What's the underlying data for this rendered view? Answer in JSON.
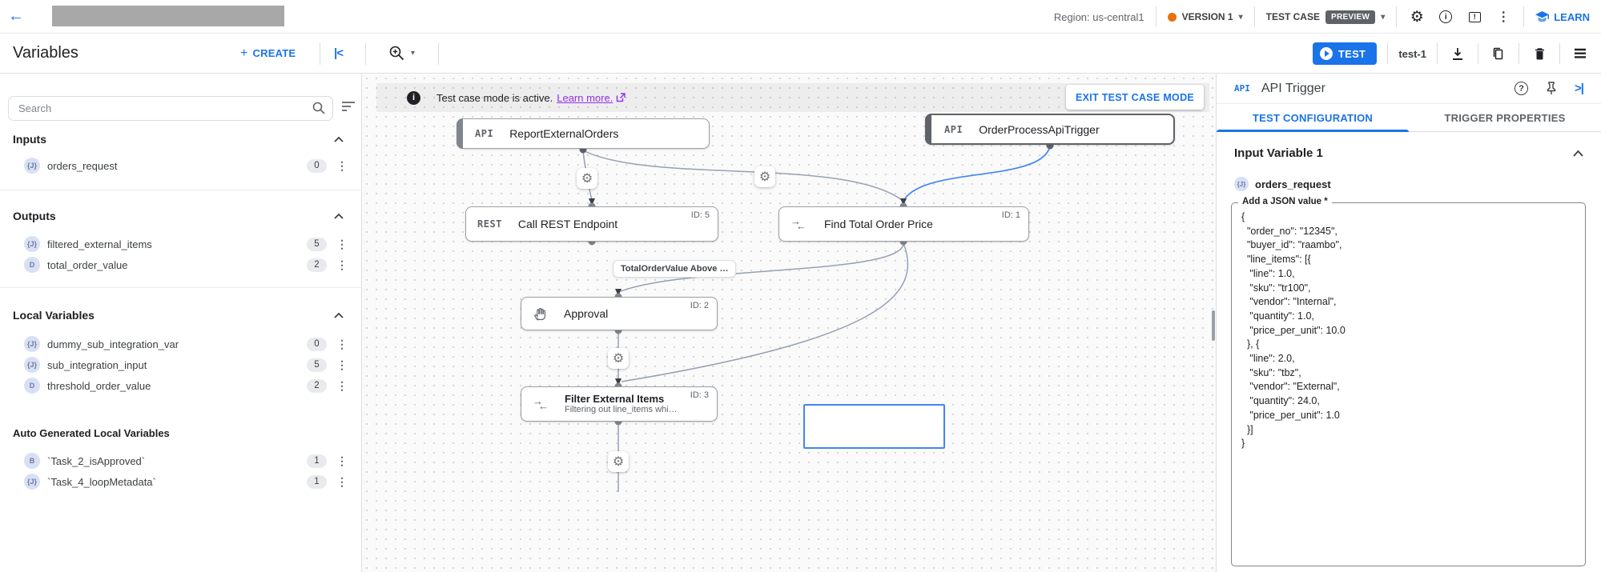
{
  "topbar": {
    "region": "Region: us-central1",
    "version_label": "VERSION 1",
    "test_case_label": "TEST CASE",
    "preview_badge": "PREVIEW",
    "learn_label": "LEARN"
  },
  "toolbar": {
    "page_title": "Variables",
    "create_label": "CREATE",
    "test_label": "TEST",
    "test_case_name": "test-1"
  },
  "sidebar": {
    "search_placeholder": "Search",
    "sections": [
      {
        "title": "Inputs",
        "items": [
          {
            "type": "{J}",
            "name": "orders_request",
            "count": "0"
          }
        ]
      },
      {
        "title": "Outputs",
        "items": [
          {
            "type": "{J}",
            "name": "filtered_external_items",
            "count": "5"
          },
          {
            "type": "D",
            "name": "total_order_value",
            "count": "2"
          }
        ]
      },
      {
        "title": "Local Variables",
        "items": [
          {
            "type": "{J}",
            "name": "dummy_sub_integration_var",
            "count": "0"
          },
          {
            "type": "{J}",
            "name": "sub_integration_input",
            "count": "5"
          },
          {
            "type": "D",
            "name": "threshold_order_value",
            "count": "2"
          }
        ]
      },
      {
        "title": "Auto Generated Local Variables",
        "items": [
          {
            "type": "B",
            "name": "`Task_2_isApproved`",
            "count": "1"
          },
          {
            "type": "{J}",
            "name": "`Task_4_loopMetadata`",
            "count": "1"
          }
        ]
      }
    ]
  },
  "canvas": {
    "banner": {
      "text": "Test case mode is active.",
      "link": "Learn more.",
      "exit_button": "EXIT TEST CASE MODE"
    },
    "edge_label": "TotalOrderValue Above …",
    "nodes": [
      {
        "glyph": "API",
        "title": "ReportExternalOrders"
      },
      {
        "glyph": "API",
        "title": "OrderProcessApiTrigger"
      },
      {
        "glyph": "REST",
        "title": "Call REST Endpoint",
        "id": "ID: 5"
      },
      {
        "title": "Find Total Order Price",
        "id": "ID: 1"
      },
      {
        "title": "Approval",
        "id": "ID: 2"
      },
      {
        "title": "Filter External Items",
        "subtitle": "Filtering out line_items whi…",
        "id": "ID: 3"
      }
    ]
  },
  "panel": {
    "glyph": "API",
    "title": "API Trigger",
    "tabs": [
      "TEST CONFIGURATION",
      "TRIGGER PROPERTIES"
    ],
    "section_title": "Input Variable 1",
    "variable_type": "{J}",
    "variable_name": "orders_request",
    "field_label": "Add a JSON value *",
    "json_lines": [
      "{",
      "  \"order_no\": \"12345\",",
      "  \"buyer_id\": \"raambo\",",
      "  \"line_items\": [{",
      "   \"line\": 1.0,",
      "   \"sku\": \"tr100\",",
      "   \"vendor\": \"Internal\",",
      "   \"quantity\": 1.0,",
      "   \"price_per_unit\": 10.0",
      "  }, {",
      "   \"line\": 2.0,",
      "   \"sku\": \"tbz\",",
      "   \"vendor\": \"External\",",
      "   \"quantity\": 24.0,",
      "   \"price_per_unit\": 1.0",
      "  }]",
      "}"
    ]
  },
  "icons": {
    "gear": "⚙",
    "back": "←",
    "caret_down": "▾",
    "more_vertical": "⋮",
    "info_i": "i",
    "feedback_mark": "!",
    "help_mark": "?",
    "collapse_left": "|<",
    "collapse_right": ">|",
    "map_arrow_a": "→",
    "map_arrow_b": "←"
  }
}
